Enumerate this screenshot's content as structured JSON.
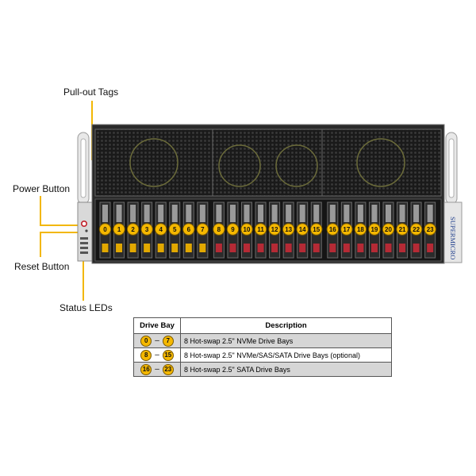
{
  "callouts": {
    "pullout_tags": "Pull-out Tags",
    "power_button": "Power Button",
    "reset_button": "Reset Button",
    "status_leds": "Status LEDs"
  },
  "brand": "SUPERMICRO",
  "bays": [
    "0",
    "1",
    "2",
    "3",
    "4",
    "5",
    "6",
    "7",
    "8",
    "9",
    "10",
    "11",
    "12",
    "13",
    "14",
    "15",
    "16",
    "17",
    "18",
    "19",
    "20",
    "21",
    "22",
    "23"
  ],
  "legend": {
    "headers": {
      "bay": "Drive Bay",
      "description": "Description"
    },
    "dash": "–",
    "rows": [
      {
        "from": "0",
        "to": "7",
        "description": "8 Hot-swap 2.5\" NVMe Drive Bays"
      },
      {
        "from": "8",
        "to": "15",
        "description": "8 Hot-swap 2.5\" NVMe/SAS/SATA Drive Bays (optional)"
      },
      {
        "from": "16",
        "to": "23",
        "description": "8 Hot-swap 2.5\" SATA Drive Bays"
      }
    ]
  },
  "colors": {
    "callout_line": "#f2b705",
    "bay_number": "#f5b800",
    "nvme_tray": "#e2a800",
    "sata_tray": "#b52a35"
  }
}
